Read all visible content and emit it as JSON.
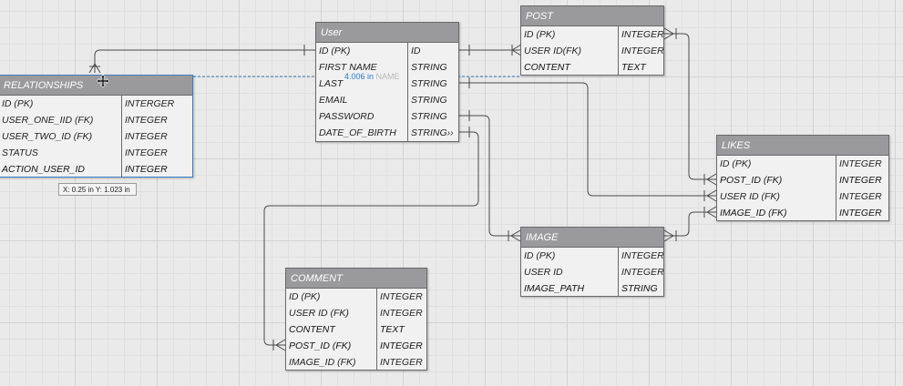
{
  "tables": {
    "user": {
      "title": "User",
      "rows": [
        {
          "field": "ID  (PK)",
          "type": "ID"
        },
        {
          "field": "FIRST NAME",
          "type": "STRING"
        },
        {
          "field": "LAST",
          "type": "STRING"
        },
        {
          "field": "EMAIL",
          "type": "STRING"
        },
        {
          "field": "PASSWORD",
          "type": "STRING"
        },
        {
          "field": "DATE_OF_BIRTH",
          "type": "STRING››"
        }
      ]
    },
    "post": {
      "title": "POST",
      "rows": [
        {
          "field": "ID (PK)",
          "type": "INTEGER"
        },
        {
          "field": "USER ID(FK)",
          "type": "INTEGER"
        },
        {
          "field": "CONTENT",
          "type": "TEXT"
        }
      ]
    },
    "relationships": {
      "title": "RELATIONSHIPS",
      "rows": [
        {
          "field": "ID (PK)",
          "type": "INTERGER"
        },
        {
          "field": "USER_ONE_IID (FK)",
          "type": "INTEGER"
        },
        {
          "field": "USER_TWO_ID (FK)",
          "type": "INTEGER"
        },
        {
          "field": "STATUS",
          "type": "INTEGER"
        },
        {
          "field": "ACTION_USER_ID",
          "type": "INTEGER"
        }
      ]
    },
    "likes": {
      "title": "LIKES",
      "rows": [
        {
          "field": "ID (PK)",
          "type": "INTEGER"
        },
        {
          "field": "POST_ID (FK)",
          "type": "INTEGER"
        },
        {
          "field": "USER ID (FK)",
          "type": "INTEGER"
        },
        {
          "field": "IMAGE_ID  (FK)",
          "type": "INTEGER"
        }
      ]
    },
    "image": {
      "title": "IMAGE",
      "rows": [
        {
          "field": "ID (PK)",
          "type": "INTEGER"
        },
        {
          "field": "USER ID",
          "type": "INTEGER"
        },
        {
          "field": "IMAGE_PATH",
          "type": "STRING"
        }
      ]
    },
    "comment": {
      "title": "COMMENT",
      "rows": [
        {
          "field": "ID (PK)",
          "type": "INTEGER"
        },
        {
          "field": "USER ID (FK)",
          "type": "INTEGER"
        },
        {
          "field": "CONTENT",
          "type": "TEXT"
        },
        {
          "field": "POST_ID (FK)",
          "type": "INTEGER"
        },
        {
          "field": "IMAGE_ID (FK)",
          "type": "INTEGER"
        }
      ]
    }
  },
  "measurement": {
    "length_text": "4.006 in",
    "ghost_text": "NAME"
  },
  "coordinates": {
    "text": "X: 0.25 in   Y: 1.023 in"
  },
  "colors": {
    "canvas": "#eaeaea",
    "header": "#9a9a9c",
    "body": "#f1f1f1",
    "connector": "#4a4a4a",
    "selection": "#3f7fbf",
    "measure": "#2a7bd4"
  },
  "icons": {
    "cursor": "move-cursor-icon"
  }
}
